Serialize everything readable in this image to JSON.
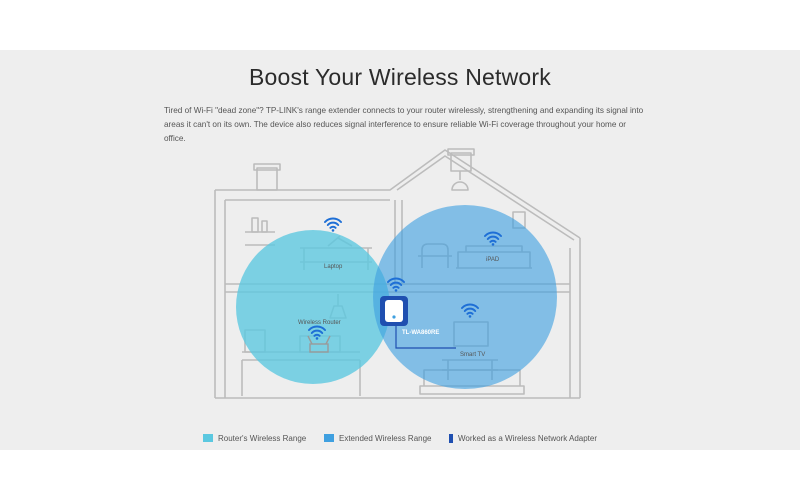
{
  "header": {
    "title": "Boost Your Wireless Network",
    "description": "Tired of Wi-Fi \"dead zone\"? TP-LINK's range extender connects to your router wirelessly, strengthening and expanding its signal into areas it can't on its own. The device also reduces signal interference to ensure reliable Wi-Fi coverage throughout your home or office."
  },
  "diagram": {
    "labels": {
      "laptop": "Laptop",
      "ipad": "iPAD",
      "wireless_router": "Wireless Router",
      "extender": "TL-WA860RE",
      "smart_tv": "Smart TV"
    },
    "colors": {
      "router_range": "#5bc8e0",
      "extended_range": "#3fa0e0",
      "adapter": "#1f4fb0",
      "wifi_icon": "#1e6fd6",
      "house_line": "#b9b9b9"
    }
  },
  "legend": {
    "router_range": "Router's Wireless Range",
    "extended_range": "Extended Wireless Range",
    "adapter": "Worked as a Wireless Network Adapter"
  }
}
